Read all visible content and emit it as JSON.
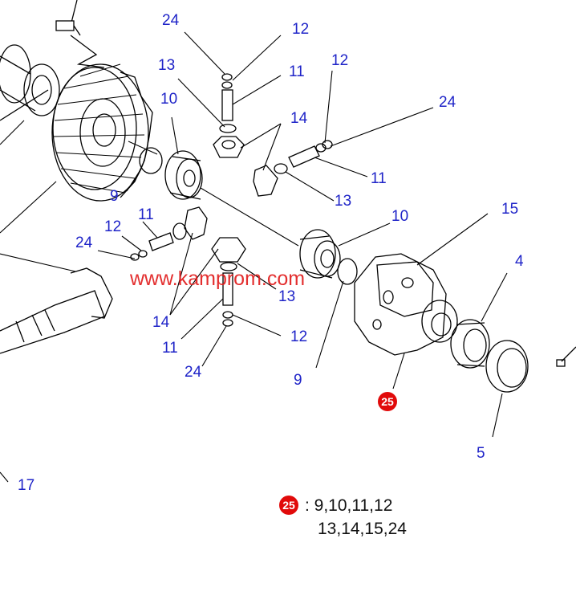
{
  "watermark": "www.kamprom.com",
  "colors": {
    "label": "#1f24c8",
    "badge": "#e10a0a",
    "watermark": "#e01818",
    "line": "#000000"
  },
  "labels": {
    "l24a": "24",
    "l12a": "12",
    "l13a": "13",
    "l11a": "11",
    "l10a": "10",
    "l12b": "12",
    "l24b": "24",
    "l14a": "14",
    "l11b": "11",
    "l13b": "13",
    "l9a": "9",
    "l11c": "11",
    "l12c": "12",
    "l24c": "24",
    "l10b": "10",
    "l15": "15",
    "l4": "4",
    "l13c": "13",
    "l14b": "14",
    "l12d": "12",
    "l11d": "11",
    "l24d": "24",
    "l9b": "9",
    "l5": "5",
    "l17": "17"
  },
  "badge": {
    "text": "25"
  },
  "legend": {
    "badge_text": "25",
    "line1": ": 9,10,11,12",
    "line2": "13,14,15,24"
  }
}
